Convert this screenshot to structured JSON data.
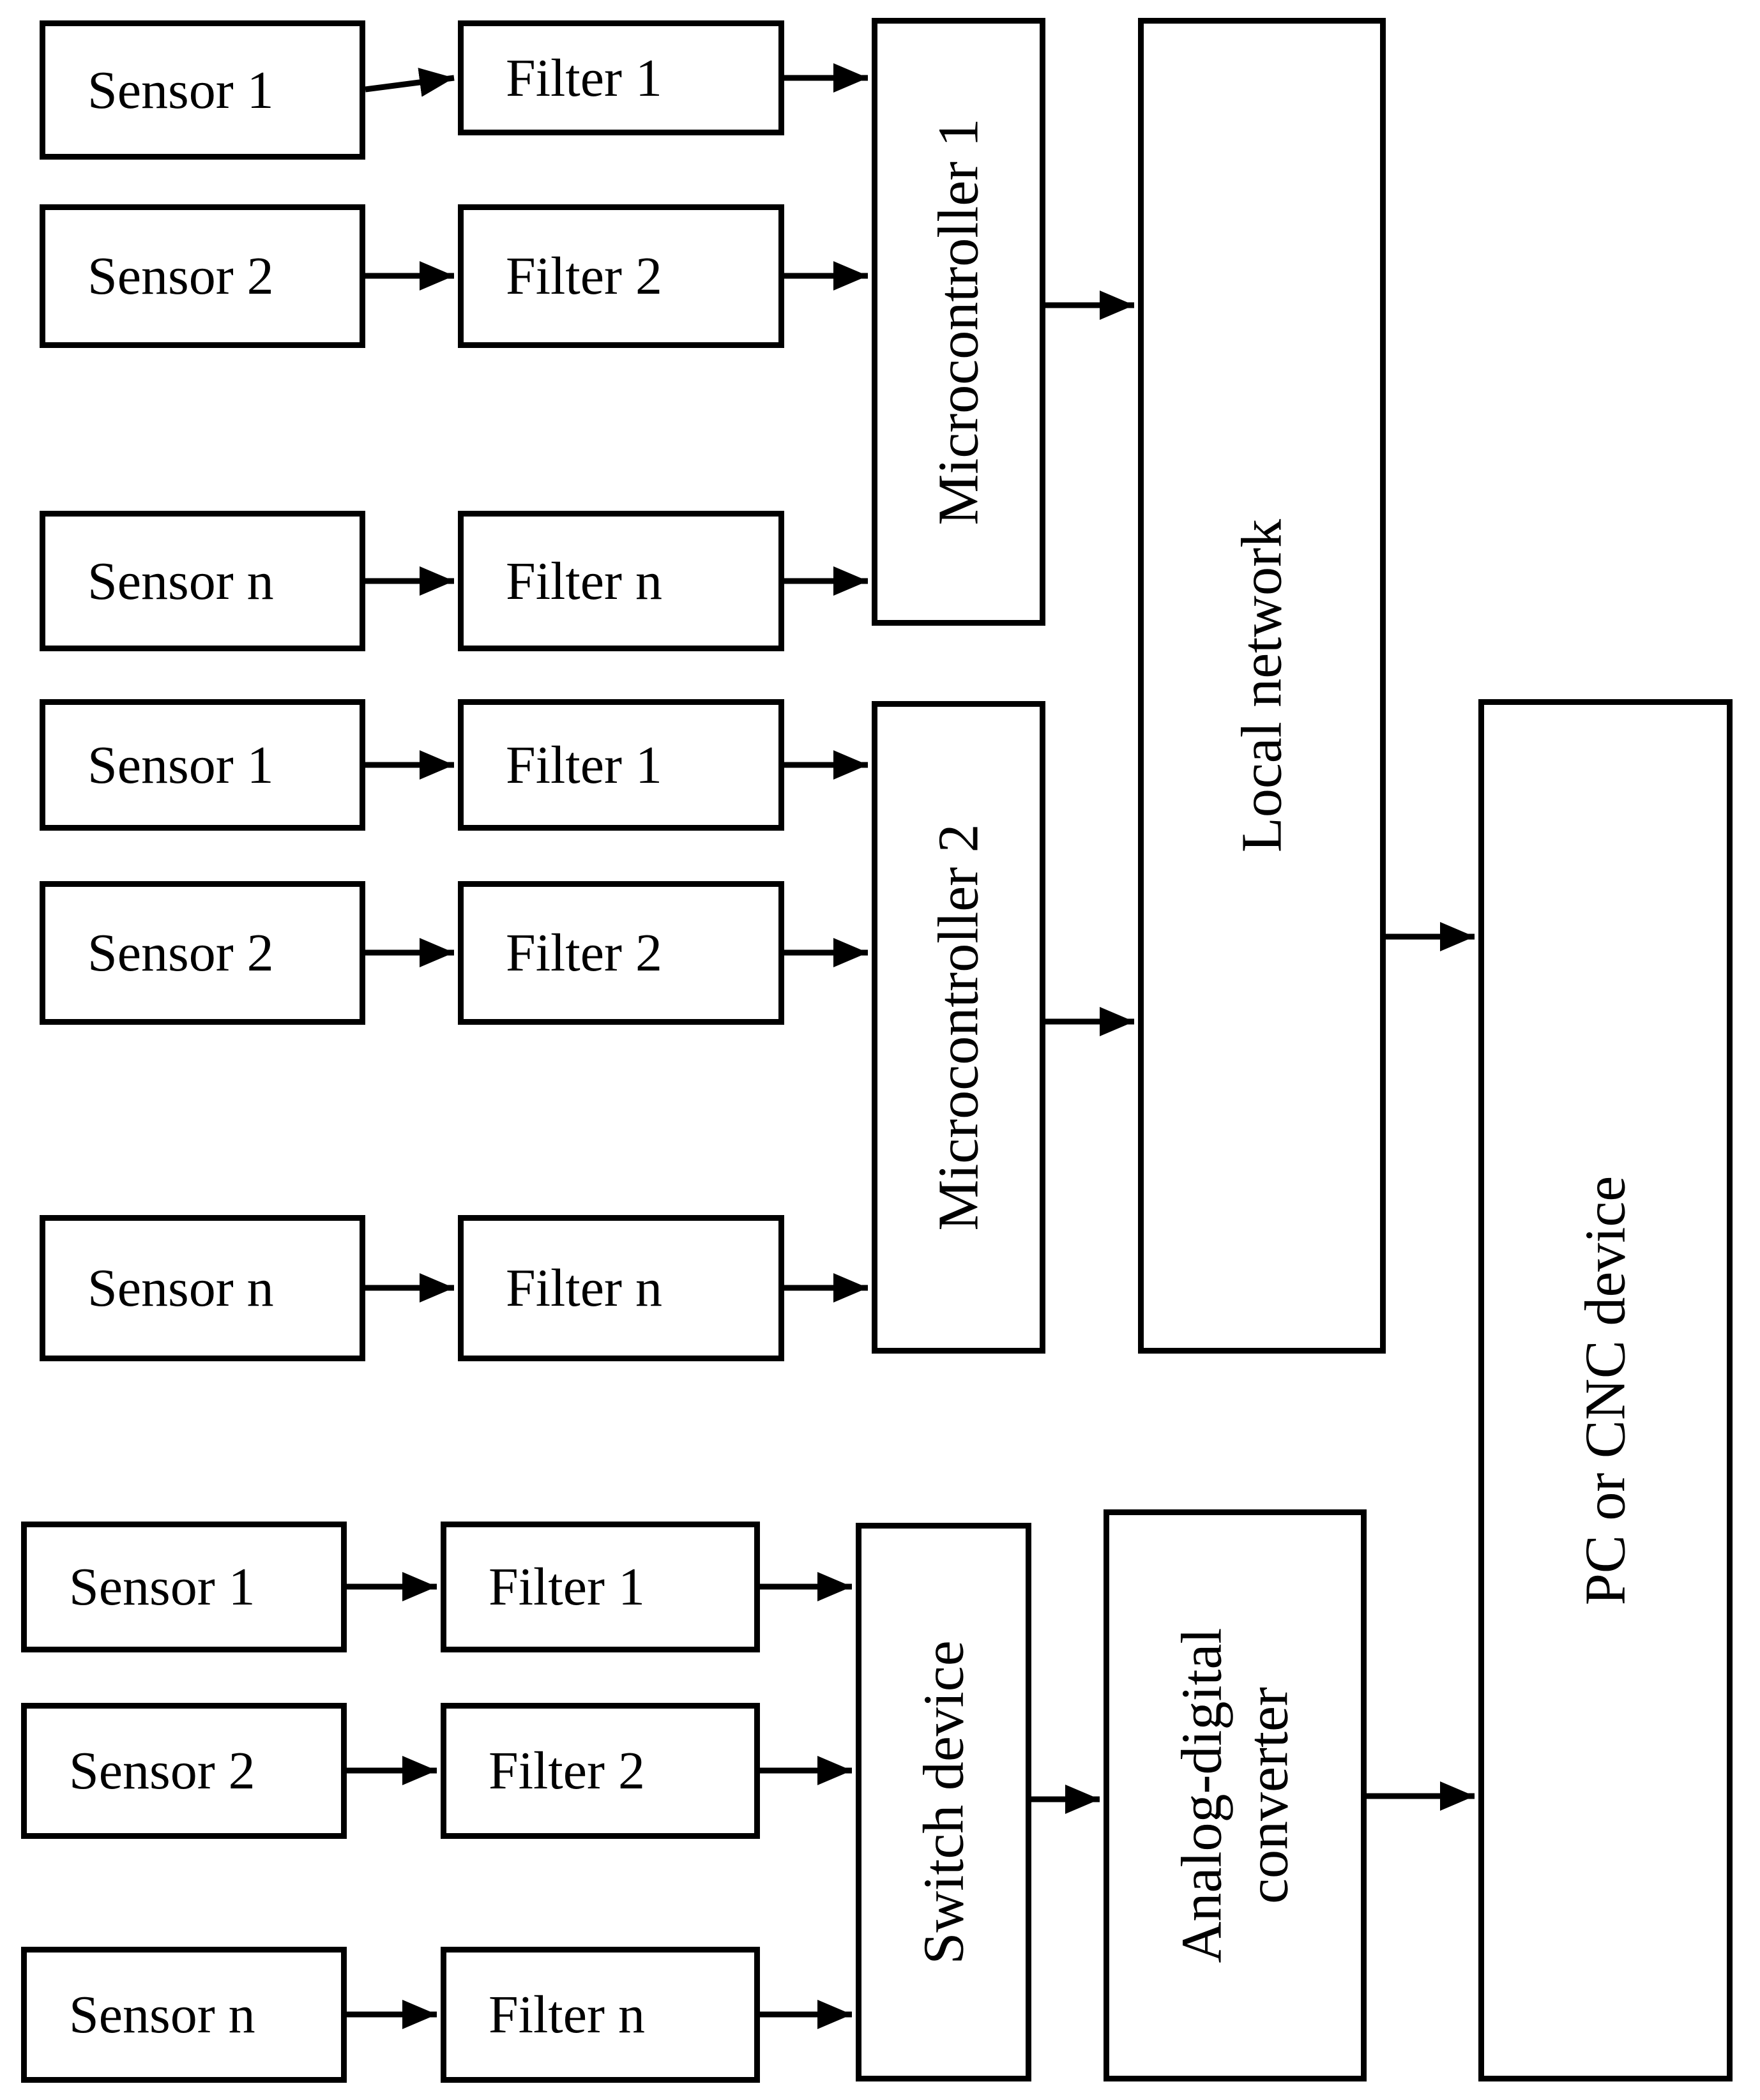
{
  "diagram": {
    "background_color": "#ffffff",
    "line_color": "#000000",
    "clusters": [
      {
        "sensors": [
          "Sensor 1",
          "Sensor 2",
          "Sensor n"
        ],
        "filters": [
          "Filter 1",
          "Filter 2",
          "Filter n"
        ],
        "aggregator": "Microcontroller 1"
      },
      {
        "sensors": [
          "Sensor 1",
          "Sensor 2",
          "Sensor n"
        ],
        "filters": [
          "Filter 1",
          "Filter 2",
          "Filter n"
        ],
        "aggregator": "Microcontroller 2"
      },
      {
        "sensors": [
          "Sensor 1",
          "Sensor 2",
          "Sensor n"
        ],
        "filters": [
          "Filter 1",
          "Filter 2",
          "Filter n"
        ],
        "aggregator": "Switch device"
      }
    ],
    "network_label": "Local network",
    "converter_label": "Analog-digital converter",
    "output_label": "PC or CNC device"
  }
}
